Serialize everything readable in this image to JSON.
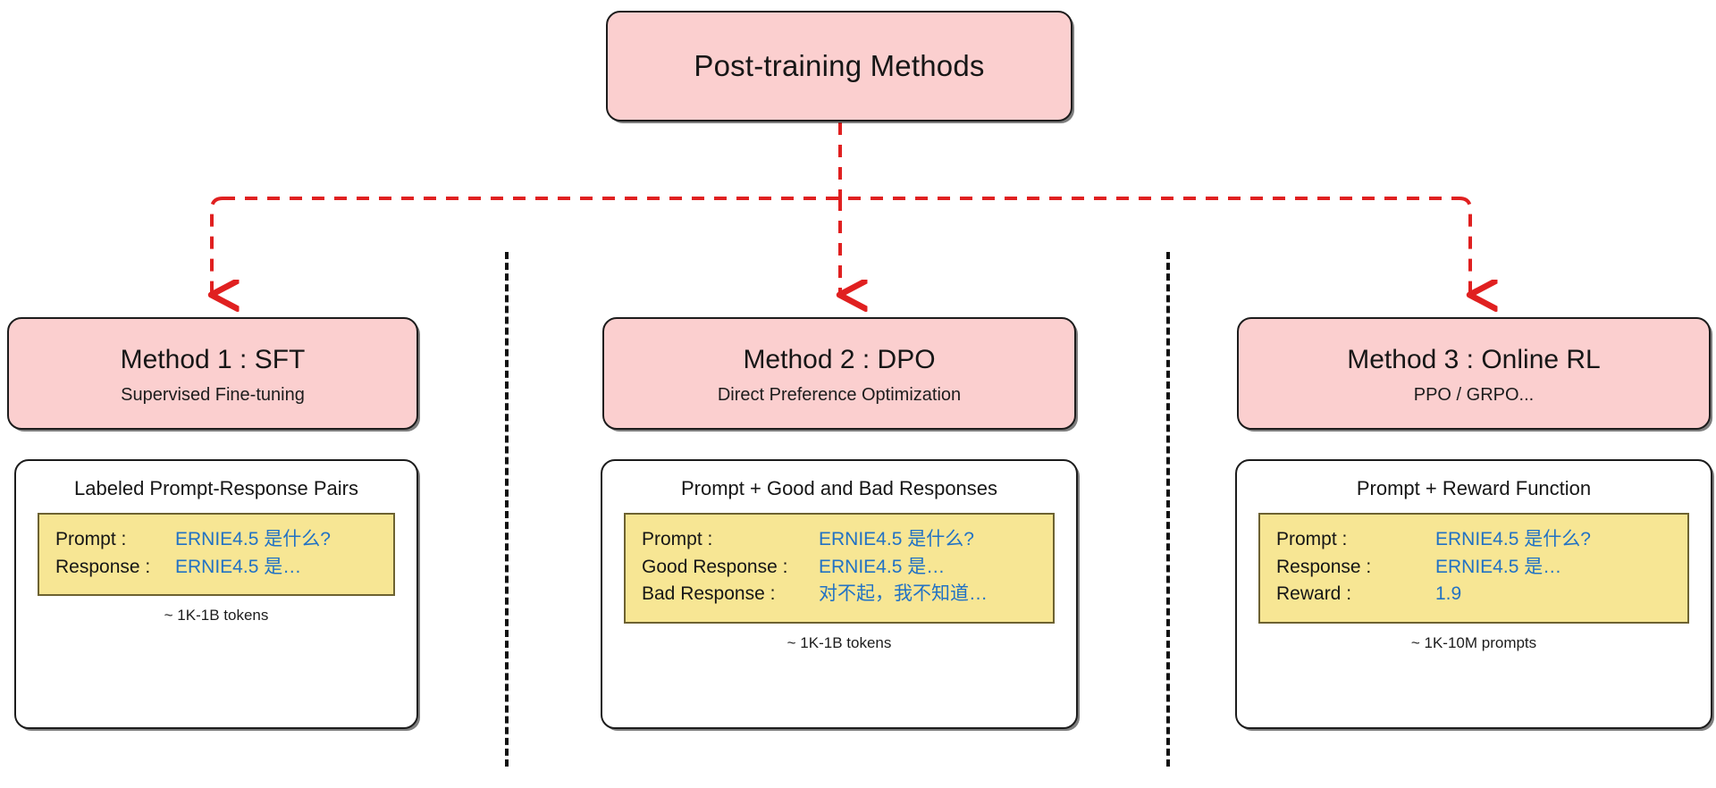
{
  "diagram": {
    "root": {
      "label": "Post-training Methods"
    },
    "connector": {
      "color": "#e02020",
      "style": "dashed",
      "arrow_icon": "arrow-down-icon"
    },
    "separator": {
      "color": "#111111",
      "style": "dashed"
    },
    "palette": {
      "node_fill": "#fbcfcf",
      "node_border": "#1c1c1c",
      "sample_fill": "#f7e694",
      "sample_border": "#6d6231",
      "value_text": "#2272c4",
      "label_text": "#161616",
      "background": "#ffffff"
    },
    "columns": [
      {
        "id": "sft",
        "method": {
          "title": "Method 1 : SFT",
          "subtitle": "Supervised Fine-tuning"
        },
        "detail": {
          "title": "Labeled Prompt-Response Pairs",
          "footer": "~ 1K-1B tokens",
          "rows": [
            {
              "key": "Prompt :",
              "value": "ERNIE4.5 是什么?"
            },
            {
              "key": "Response :",
              "value": "ERNIE4.5 是…"
            }
          ]
        }
      },
      {
        "id": "dpo",
        "method": {
          "title": "Method 2 : DPO",
          "subtitle": "Direct Preference Optimization"
        },
        "detail": {
          "title": "Prompt + Good and Bad Responses",
          "footer": "~ 1K-1B tokens",
          "rows": [
            {
              "key": "Prompt :",
              "value": "ERNIE4.5 是什么?"
            },
            {
              "key": "Good Response :",
              "value": "ERNIE4.5 是…"
            },
            {
              "key": "Bad Response :",
              "value": "对不起，我不知道…"
            }
          ]
        }
      },
      {
        "id": "online-rl",
        "method": {
          "title": "Method 3 : Online RL",
          "subtitle": "PPO / GRPO..."
        },
        "detail": {
          "title": "Prompt + Reward Function",
          "footer": "~ 1K-10M prompts",
          "rows": [
            {
              "key": "Prompt :",
              "value": "ERNIE4.5 是什么?"
            },
            {
              "key": "Response :",
              "value": "ERNIE4.5 是…"
            },
            {
              "key": "Reward :",
              "value": "1.9"
            }
          ]
        }
      }
    ]
  }
}
